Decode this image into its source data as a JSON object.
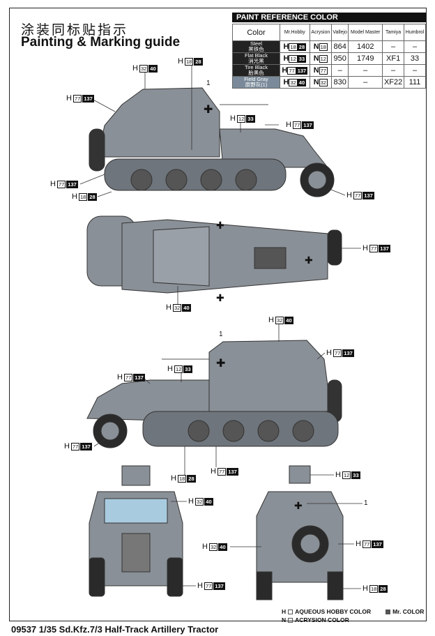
{
  "title_cn": "涂装同标贴指示",
  "title_en": "Painting & Marking guide",
  "paint_table": {
    "heading": "PAINT  REFERENCE COLOR",
    "columns": [
      "Color",
      "Mr.Hobby",
      "Acrysion",
      "Vallejo",
      "Model Master",
      "Tamiya",
      "Humbrol"
    ],
    "rows": [
      {
        "name": "Steel",
        "name_cn": "黑铁色",
        "h1": "18",
        "h2": "28",
        "n": "18",
        "vallejo": "864",
        "mm": "1402",
        "tamiya": "–",
        "humbrol": "–",
        "swatch": "#222222"
      },
      {
        "name": "Flat Black",
        "name_cn": "消光黑",
        "h1": "12",
        "h2": "33",
        "n": "12",
        "vallejo": "950",
        "mm": "1749",
        "tamiya": "XF1",
        "humbrol": "33",
        "swatch": "#222222"
      },
      {
        "name": "Tire Black",
        "name_cn": "胎黑色",
        "h1": "77",
        "h2": "137",
        "n": "77",
        "vallejo": "–",
        "mm": "–",
        "tamiya": "–",
        "humbrol": "–",
        "swatch": "#222222"
      },
      {
        "name": "Field Gray",
        "name_cn": "原野灰(1)",
        "h1": "32",
        "h2": "40",
        "n": "32",
        "vallejo": "830",
        "mm": "–",
        "tamiya": "XF22",
        "humbrol": "111",
        "swatch": "#7a8a9a"
      }
    ]
  },
  "callouts": [
    {
      "p": "H",
      "a": "32",
      "b": "40"
    },
    {
      "p": "H",
      "a": "18",
      "b": "28"
    },
    {
      "p": "H",
      "a": "77",
      "b": "137"
    },
    {
      "p": "H",
      "a": "12",
      "b": "33"
    },
    {
      "p": "H",
      "a": "77",
      "b": "137"
    },
    {
      "p": "H",
      "a": "77",
      "b": "137"
    },
    {
      "p": "H",
      "a": "18",
      "b": "28"
    },
    {
      "p": "H",
      "a": "77",
      "b": "137"
    },
    {
      "p": "H",
      "a": "77",
      "b": "137"
    },
    {
      "p": "H",
      "a": "32",
      "b": "40"
    },
    {
      "p": "H",
      "a": "32",
      "b": "40"
    },
    {
      "p": "H",
      "a": "77",
      "b": "137"
    },
    {
      "p": "H",
      "a": "12",
      "b": "33"
    },
    {
      "p": "H",
      "a": "77",
      "b": "137"
    },
    {
      "p": "H",
      "a": "77",
      "b": "137"
    },
    {
      "p": "H",
      "a": "77",
      "b": "137"
    },
    {
      "p": "H",
      "a": "18",
      "b": "28"
    },
    {
      "p": "H",
      "a": "32",
      "b": "40"
    },
    {
      "p": "H",
      "a": "77",
      "b": "137"
    },
    {
      "p": "H",
      "a": "12",
      "b": "33"
    },
    {
      "p": "H",
      "a": "77",
      "b": "137"
    },
    {
      "p": "H",
      "a": "32",
      "b": "40"
    },
    {
      "p": "H",
      "a": "18",
      "b": "28"
    }
  ],
  "decal_number": "1",
  "legend": {
    "aqueous": "AQUEOUS HOBBY COLOR",
    "mr": "Mr. COLOR",
    "acrysion": "ACRYSION COLOR",
    "h": "H",
    "n": "N"
  },
  "footer": "09537 1/35 Sd.Kfz.7/3 Half-Track Artillery Tractor",
  "colors": {
    "field_gray": "#8a9097",
    "dark": "#2a2a2a"
  }
}
